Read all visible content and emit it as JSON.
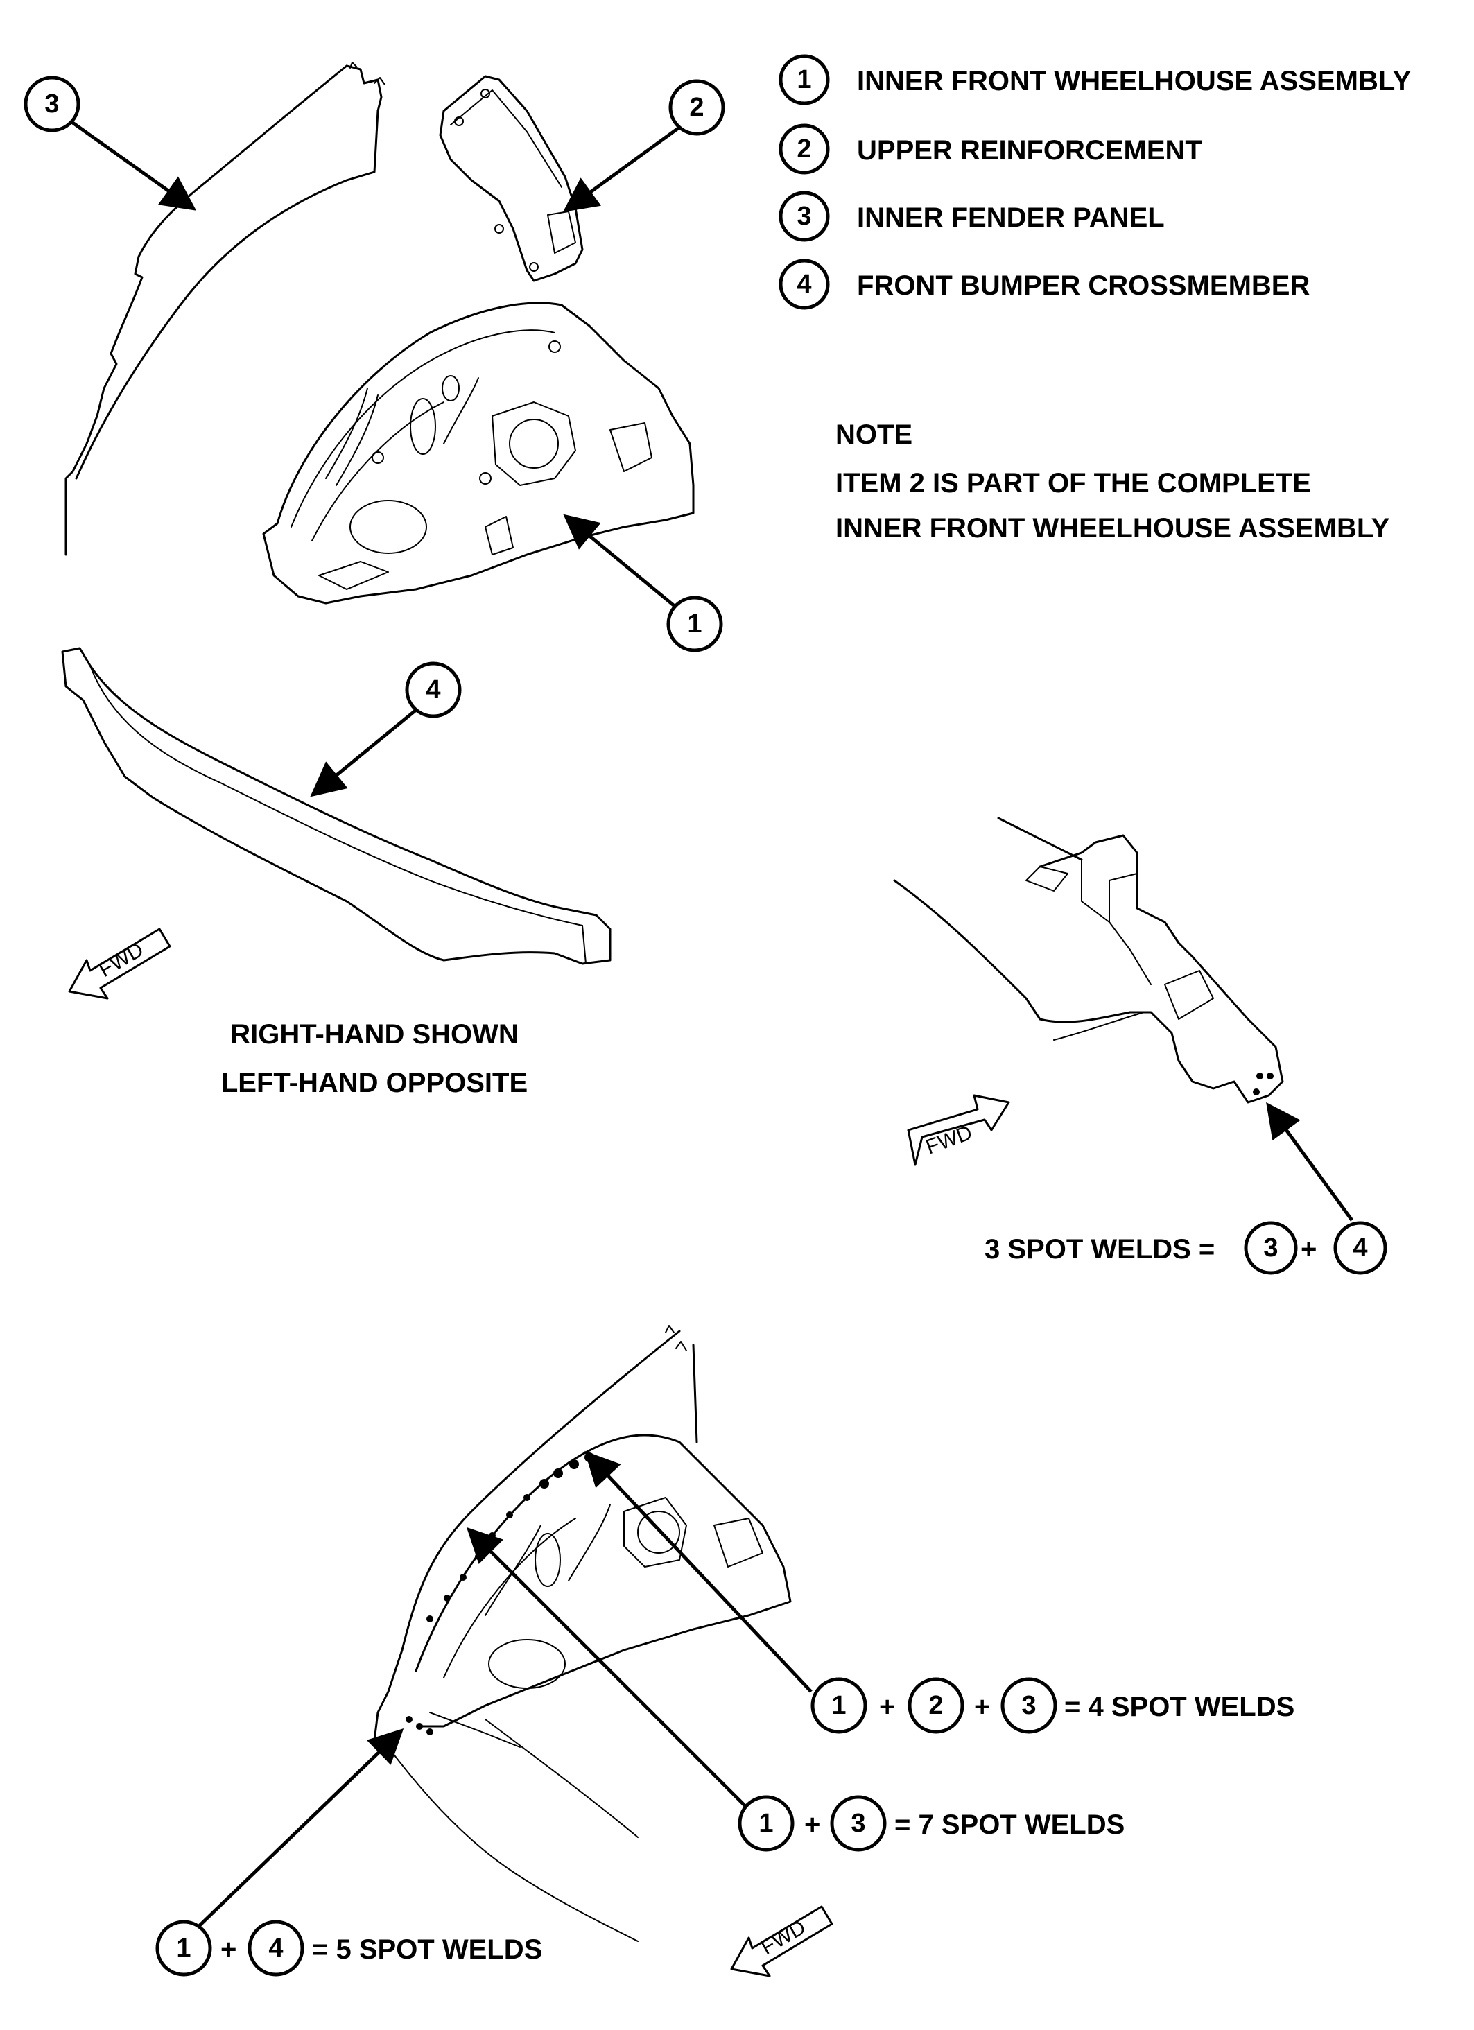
{
  "legend": [
    {
      "num": "1",
      "label": "INNER FRONT WHEELHOUSE ASSEMBLY"
    },
    {
      "num": "2",
      "label": "UPPER REINFORCEMENT"
    },
    {
      "num": "3",
      "label": "INNER FENDER PANEL"
    },
    {
      "num": "4",
      "label": "FRONT BUMPER CROSSMEMBER"
    }
  ],
  "note": {
    "heading": "NOTE",
    "line1": "ITEM 2 IS PART OF THE COMPLETE",
    "line2": "INNER FRONT WHEELHOUSE ASSEMBLY"
  },
  "orientation": {
    "line1": "RIGHT-HAND SHOWN",
    "line2": "LEFT-HAND OPPOSITE"
  },
  "callouts": {
    "c1": "1",
    "c2": "2",
    "c3": "3",
    "c4": "4"
  },
  "fwd_label": "FWD",
  "welds": {
    "w34_text": "3 SPOT WELDS =",
    "w34_a": "3",
    "w34_b": "4",
    "w123_a": "1",
    "w123_b": "2",
    "w123_c": "3",
    "w123_text": "= 4 SPOT WELDS",
    "w13_a": "1",
    "w13_b": "3",
    "w13_text": "= 7 SPOT WELDS",
    "w14_a": "1",
    "w14_b": "4",
    "w14_text": "= 5 SPOT WELDS",
    "plus": "+"
  }
}
